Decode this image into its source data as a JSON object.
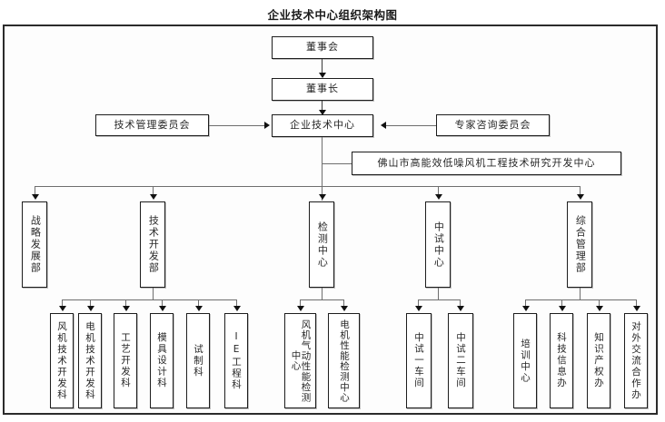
{
  "title": "企业技术中心组织架构图",
  "top_chain": {
    "board": "董事会",
    "chairman": "董事长",
    "center": "企业技术中心"
  },
  "side": {
    "left_committee": "技术管理委员会",
    "right_committee": "专家咨询委员会",
    "research_center": "佛山市高能效低噪风机工程技术研究开发中心"
  },
  "departments": [
    {
      "name": "战略发展部"
    },
    {
      "name": "技术开发部"
    },
    {
      "name": "检测中心"
    },
    {
      "name": "中试中心"
    },
    {
      "name": "综合管理部"
    }
  ],
  "sub_units": {
    "tech_dev": [
      "风机技术开发科",
      "电机技术开发科",
      "工艺开发科",
      "模具设计科",
      "试制科",
      "IE工程科"
    ],
    "testing_center": [
      "风机气动性能检测中心",
      "电机性能检测中心"
    ],
    "pilot_center": [
      "中试一车间",
      "中试二车间"
    ],
    "general_admin": [
      "培训中心",
      "科技信息办",
      "知识产权办",
      "对外交流合作办"
    ]
  },
  "colors": {
    "frame_border": "#2b2b2b",
    "box_border": "#1d1d1d",
    "connector": "#6e6e6e",
    "text": "#262626",
    "background": "#ffffff"
  }
}
